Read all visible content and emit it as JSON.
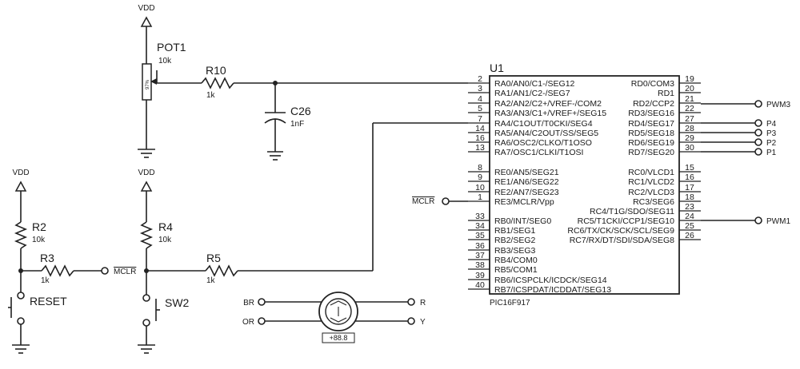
{
  "supply": {
    "vdd_label": "VDD"
  },
  "pot1": {
    "ref": "POT1",
    "value": "10k",
    "wiper": "97%"
  },
  "r10": {
    "ref": "R10",
    "value": "1k"
  },
  "c26": {
    "ref": "C26",
    "value": "1nF"
  },
  "r2": {
    "ref": "R2",
    "value": "10k"
  },
  "r3": {
    "ref": "R3",
    "value": "1k"
  },
  "r4": {
    "ref": "R4",
    "value": "10k"
  },
  "r5": {
    "ref": "R5",
    "value": "1k"
  },
  "reset": {
    "label": "RESET"
  },
  "sw2": {
    "label": "SW2"
  },
  "mclr_net": {
    "label": "MCLR"
  },
  "mcu": {
    "ref": "U1",
    "part": "PIC16F917",
    "left_pins": [
      {
        "num": "2",
        "name": "RA0/AN0/C1-/SEG12"
      },
      {
        "num": "3",
        "name": "RA1/AN1/C2-/SEG7"
      },
      {
        "num": "4",
        "name": "RA2/AN2/C2+/VREF-/COM2"
      },
      {
        "num": "5",
        "name": "RA3/AN3/C1+/VREF+/SEG15"
      },
      {
        "num": "7",
        "name": "RA4/C1OUT/T0CKI/SEG4"
      },
      {
        "num": "14",
        "name": "RA5/AN4/C2OUT/SS/SEG5"
      },
      {
        "num": "16",
        "name": "RA6/OSC2/CLKO/T1OSO"
      },
      {
        "num": "13",
        "name": "RA7/OSC1/CLKI/T1OSI"
      },
      {
        "num": "8",
        "name": "RE0/AN5/SEG21"
      },
      {
        "num": "9",
        "name": "RE1/AN6/SEG22"
      },
      {
        "num": "10",
        "name": "RE2/AN7/SEG23"
      },
      {
        "num": "1",
        "name": "RE3/MCLR/Vpp"
      },
      {
        "num": "33",
        "name": "RB0/INT/SEG0"
      },
      {
        "num": "34",
        "name": "RB1/SEG1"
      },
      {
        "num": "35",
        "name": "RB2/SEG2"
      },
      {
        "num": "36",
        "name": "RB3/SEG3"
      },
      {
        "num": "37",
        "name": "RB4/COM0"
      },
      {
        "num": "38",
        "name": "RB5/COM1"
      },
      {
        "num": "39",
        "name": "RB6/ICSPCLK/ICDCK/SEG14"
      },
      {
        "num": "40",
        "name": "RB7/ICSPDAT/ICDDAT/SEG13"
      }
    ],
    "right_pins": [
      {
        "num": "19",
        "name": "RD0/COM3"
      },
      {
        "num": "20",
        "name": "RD1"
      },
      {
        "num": "21",
        "name": "RD2/CCP2"
      },
      {
        "num": "22",
        "name": "RD3/SEG16"
      },
      {
        "num": "27",
        "name": "RD4/SEG17"
      },
      {
        "num": "28",
        "name": "RD5/SEG18"
      },
      {
        "num": "29",
        "name": "RD6/SEG19"
      },
      {
        "num": "30",
        "name": "RD7/SEG20"
      },
      {
        "num": "15",
        "name": "RC0/VLCD1"
      },
      {
        "num": "16",
        "name": "RC1/VLCD2"
      },
      {
        "num": "17",
        "name": "RC2/VLCD3"
      },
      {
        "num": "18",
        "name": "RC3/SEG6"
      },
      {
        "num": "23",
        "name": "RC4/T1G/SDO/SEG11"
      },
      {
        "num": "24",
        "name": "RC5/T1CKI/CCP1/SEG10"
      },
      {
        "num": "25",
        "name": "RC6/TX/CK/SCK/SCL/SEG9"
      },
      {
        "num": "26",
        "name": "RC7/RX/DT/SDI/SDA/SEG8"
      }
    ]
  },
  "outputs": {
    "pwm3": "PWM3",
    "p4": "P4",
    "p3": "P3",
    "p2": "P2",
    "p1": "P1",
    "pwm1": "PWM1"
  },
  "motor": {
    "br": "BR",
    "or": "OR",
    "r": "R",
    "y": "Y",
    "readout": "+88.8"
  }
}
